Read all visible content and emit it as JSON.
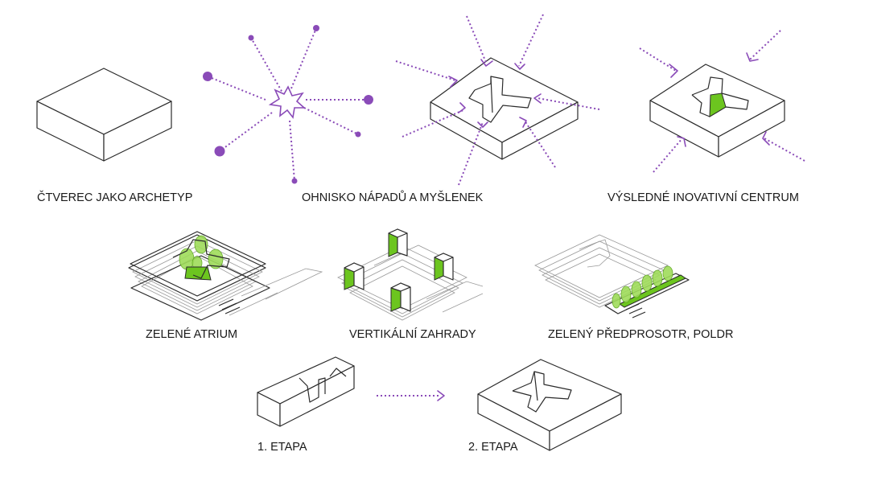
{
  "colors": {
    "accent": "#8a4bb8",
    "green": "#6cc51f",
    "line": "#2b2b2b"
  },
  "labels": {
    "archetype": "ČTVEREC JAKO ARCHETYP",
    "focus": "OHNISKO NÁPADŮ A MYŠLENEK",
    "result": "VÝSLEDNÉ INOVATIVNÍ CENTRUM",
    "atrium": "ZELENÉ ATRIUM",
    "vertical": "VERTIKÁLNÍ ZAHRADY",
    "forecourt": "ZELENÝ PŘEDPROSOTR, POLDR",
    "stage1": "1. ETAPA",
    "stage2": "2. ETAPA"
  }
}
